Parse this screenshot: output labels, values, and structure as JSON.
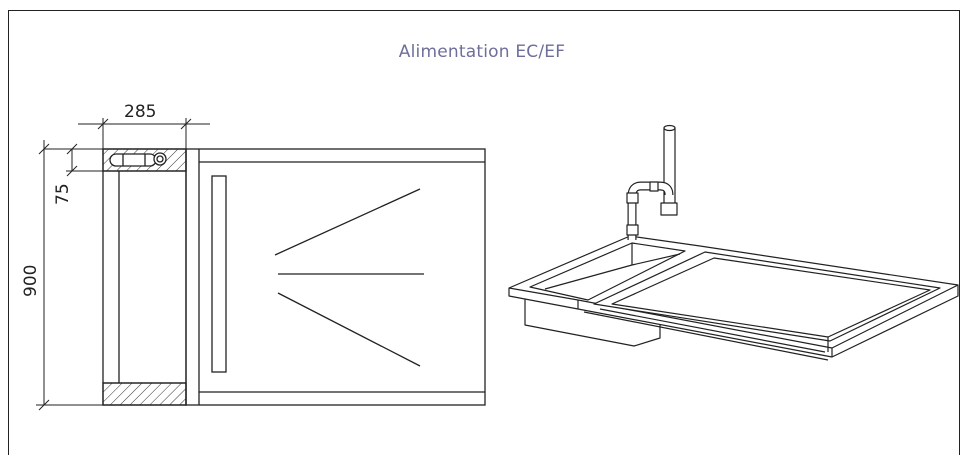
{
  "title": "Alimentation EC/EF",
  "dimensions": {
    "width_top": "285",
    "depth_offset": "75",
    "height_total": "900"
  },
  "colors": {
    "line": "#222222",
    "title": "#6e6e9a"
  }
}
